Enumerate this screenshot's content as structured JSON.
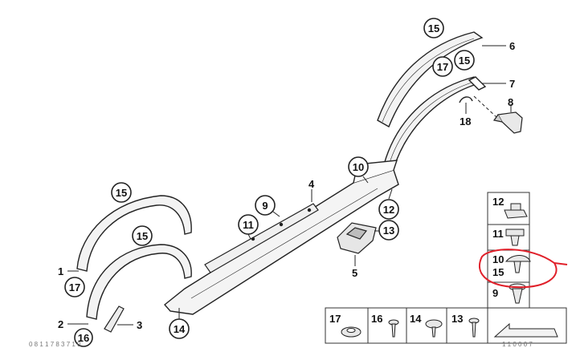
{
  "callouts": [
    "15",
    "17",
    "15",
    "10",
    "12",
    "13",
    "11",
    "9",
    "15",
    "15",
    "17",
    "16",
    "14"
  ],
  "labels": [
    "6",
    "7",
    "8",
    "18",
    "4",
    "5",
    "1",
    "2",
    "3"
  ],
  "parts_panel": {
    "column": [
      "12",
      "11",
      "10",
      "15",
      "9"
    ],
    "row": [
      "17",
      "16",
      "14",
      "13"
    ]
  },
  "footnotes": {
    "left": "0 8 1 1 7 8 3 7 1 0",
    "right": "1 1 0 0 0 7"
  },
  "highlight_color": "#e0202a"
}
